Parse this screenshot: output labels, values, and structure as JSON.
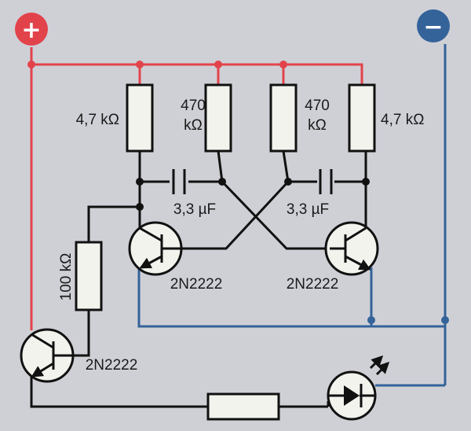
{
  "colors": {
    "positive": "#e2434b",
    "negative": "#34639a",
    "wire": "#111111",
    "component_fill": "#f3f3ee",
    "background": "#cfd0d6"
  },
  "terminals": {
    "positive": {
      "label": "+",
      "icon": "plus-terminal-icon"
    },
    "negative": {
      "label": "−",
      "icon": "minus-terminal-icon"
    }
  },
  "resistors": {
    "r1": {
      "value": "4,7 kΩ"
    },
    "r2": {
      "line1": "470",
      "line2": "kΩ"
    },
    "r3": {
      "line1": "470",
      "line2": "kΩ"
    },
    "r4": {
      "value": "4,7 kΩ"
    },
    "r_base": {
      "value": "100 kΩ"
    }
  },
  "capacitors": {
    "c1": {
      "value": "3,3 µF"
    },
    "c2": {
      "value": "3,3 µF"
    }
  },
  "transistors": {
    "q1": {
      "model": "2N2222"
    },
    "q2": {
      "model": "2N2222"
    },
    "q3": {
      "model": "2N2222"
    }
  },
  "led": {
    "icon": "led-icon"
  }
}
